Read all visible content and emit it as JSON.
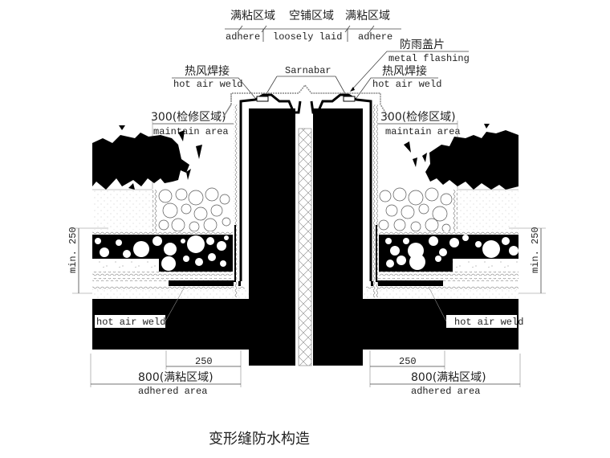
{
  "drawing": {
    "title": "变形缝防水构造",
    "top_zones": {
      "left_cn": "满粘区域",
      "center_cn": "空铺区域",
      "right_cn": "满粘区域",
      "left_en": "adhere",
      "center_en": "loosely laid",
      "right_en": "adhere"
    },
    "metal_flashing": {
      "cn": "防雨盖片",
      "en": "metal flashing"
    },
    "sarnabar": "Sarnabar",
    "hot_air_weld_left": {
      "cn": "热风焊接",
      "en": "hot air weld"
    },
    "hot_air_weld_right": {
      "cn": "热风焊接",
      "en": "hot air weld"
    },
    "maintain_left": {
      "cn": "300(检修区域)",
      "en": "maintain area"
    },
    "maintain_right": {
      "cn": "300(检修区域)",
      "en": "maintain area"
    },
    "min_height_left": "min. 250",
    "min_height_right": "min. 250",
    "bottom_weld_left": "hot air weld",
    "bottom_weld_right": "hot air weld",
    "dim_left": {
      "small": "250",
      "large_cn": "800(满粘区域)",
      "large_en": "adhered area"
    },
    "dim_right": {
      "small": "250",
      "large_cn": "800(满粘区域)",
      "large_en": "adhered area"
    }
  }
}
